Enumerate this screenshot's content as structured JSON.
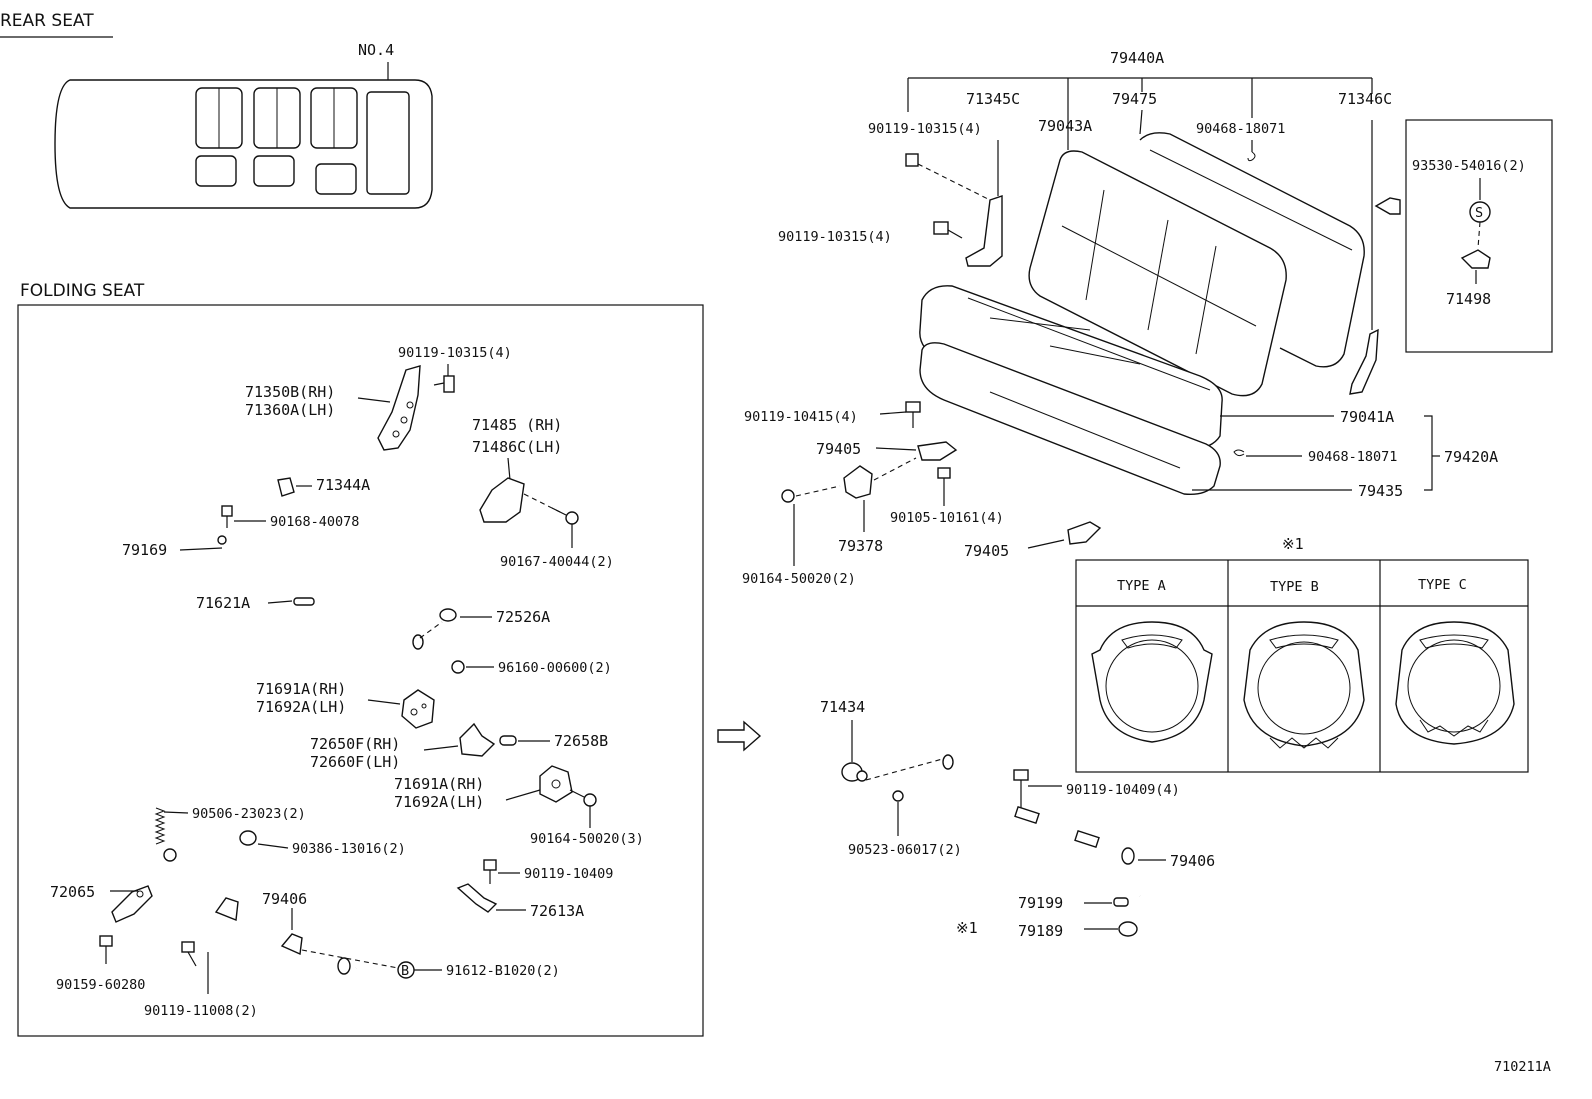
{
  "headers": {
    "rear_seat": "REAR SEAT",
    "folding_seat": "FOLDING SEAT",
    "no4": "NO.4",
    "ref1": "※1",
    "ref1b": "※1",
    "drawing_id": "710211A"
  },
  "types": [
    "TYPE A",
    "TYPE B",
    "TYPE C"
  ],
  "labels": {
    "p79440A": "79440A",
    "p71345C": "71345C",
    "p79475": "79475",
    "p71346C": "71346C",
    "p90119_10315_4a": "90119-10315(4)",
    "p79043A": "79043A",
    "p90468_18071a": "90468-18071",
    "p93530_54016": "93530-54016(2)",
    "p71498": "71498",
    "p90119_10315_4b": "90119-10315(4)",
    "p90119_10415": "90119-10415(4)",
    "p79041A": "79041A",
    "p79405a": "79405",
    "p90468_18071b": "90468-18071",
    "p79420A": "79420A",
    "p79435": "79435",
    "p90105_10161": "90105-10161(4)",
    "p79378": "79378",
    "p79405b": "79405",
    "p90164_50020_2": "90164-50020(2)",
    "p71434": "71434",
    "p90119_10409_4": "90119-10409(4)",
    "p90523_06017": "90523-06017(2)",
    "p79406r": "79406",
    "p79199": "79199",
    "p79189": "79189",
    "f90119_10315": "90119-10315(4)",
    "f71350B": "71350B(RH)",
    "f71360A": "71360A(LH)",
    "f71485": "71485  (RH)",
    "f71486C": "71486C(LH)",
    "f71344A": "71344A",
    "f90168_40078": "90168-40078",
    "f79169": "79169",
    "f90167_40044": "90167-40044(2)",
    "f71621A": "71621A",
    "f72526A": "72526A",
    "f96160_00600": "96160-00600(2)",
    "f71691A_1": "71691A(RH)",
    "f71692A_1": "71692A(LH)",
    "f72650F": "72650F(RH)",
    "f72660F": "72660F(LH)",
    "f72658B": "72658B",
    "f71691A_2": "71691A(RH)",
    "f71692A_2": "71692A(LH)",
    "f90506_23023": "90506-23023(2)",
    "f90164_50020_3": "90164-50020(3)",
    "f90386_13016": "90386-13016(2)",
    "f90119_10409": "90119-10409",
    "f72065": "72065",
    "f79406": "79406",
    "f72613A": "72613A",
    "f91612_B1020": "91612-B1020(2)",
    "f90159_60280": "90159-60280",
    "f90119_11008": "90119-11008(2)"
  },
  "symbols": {
    "s": "S",
    "b": "B"
  }
}
